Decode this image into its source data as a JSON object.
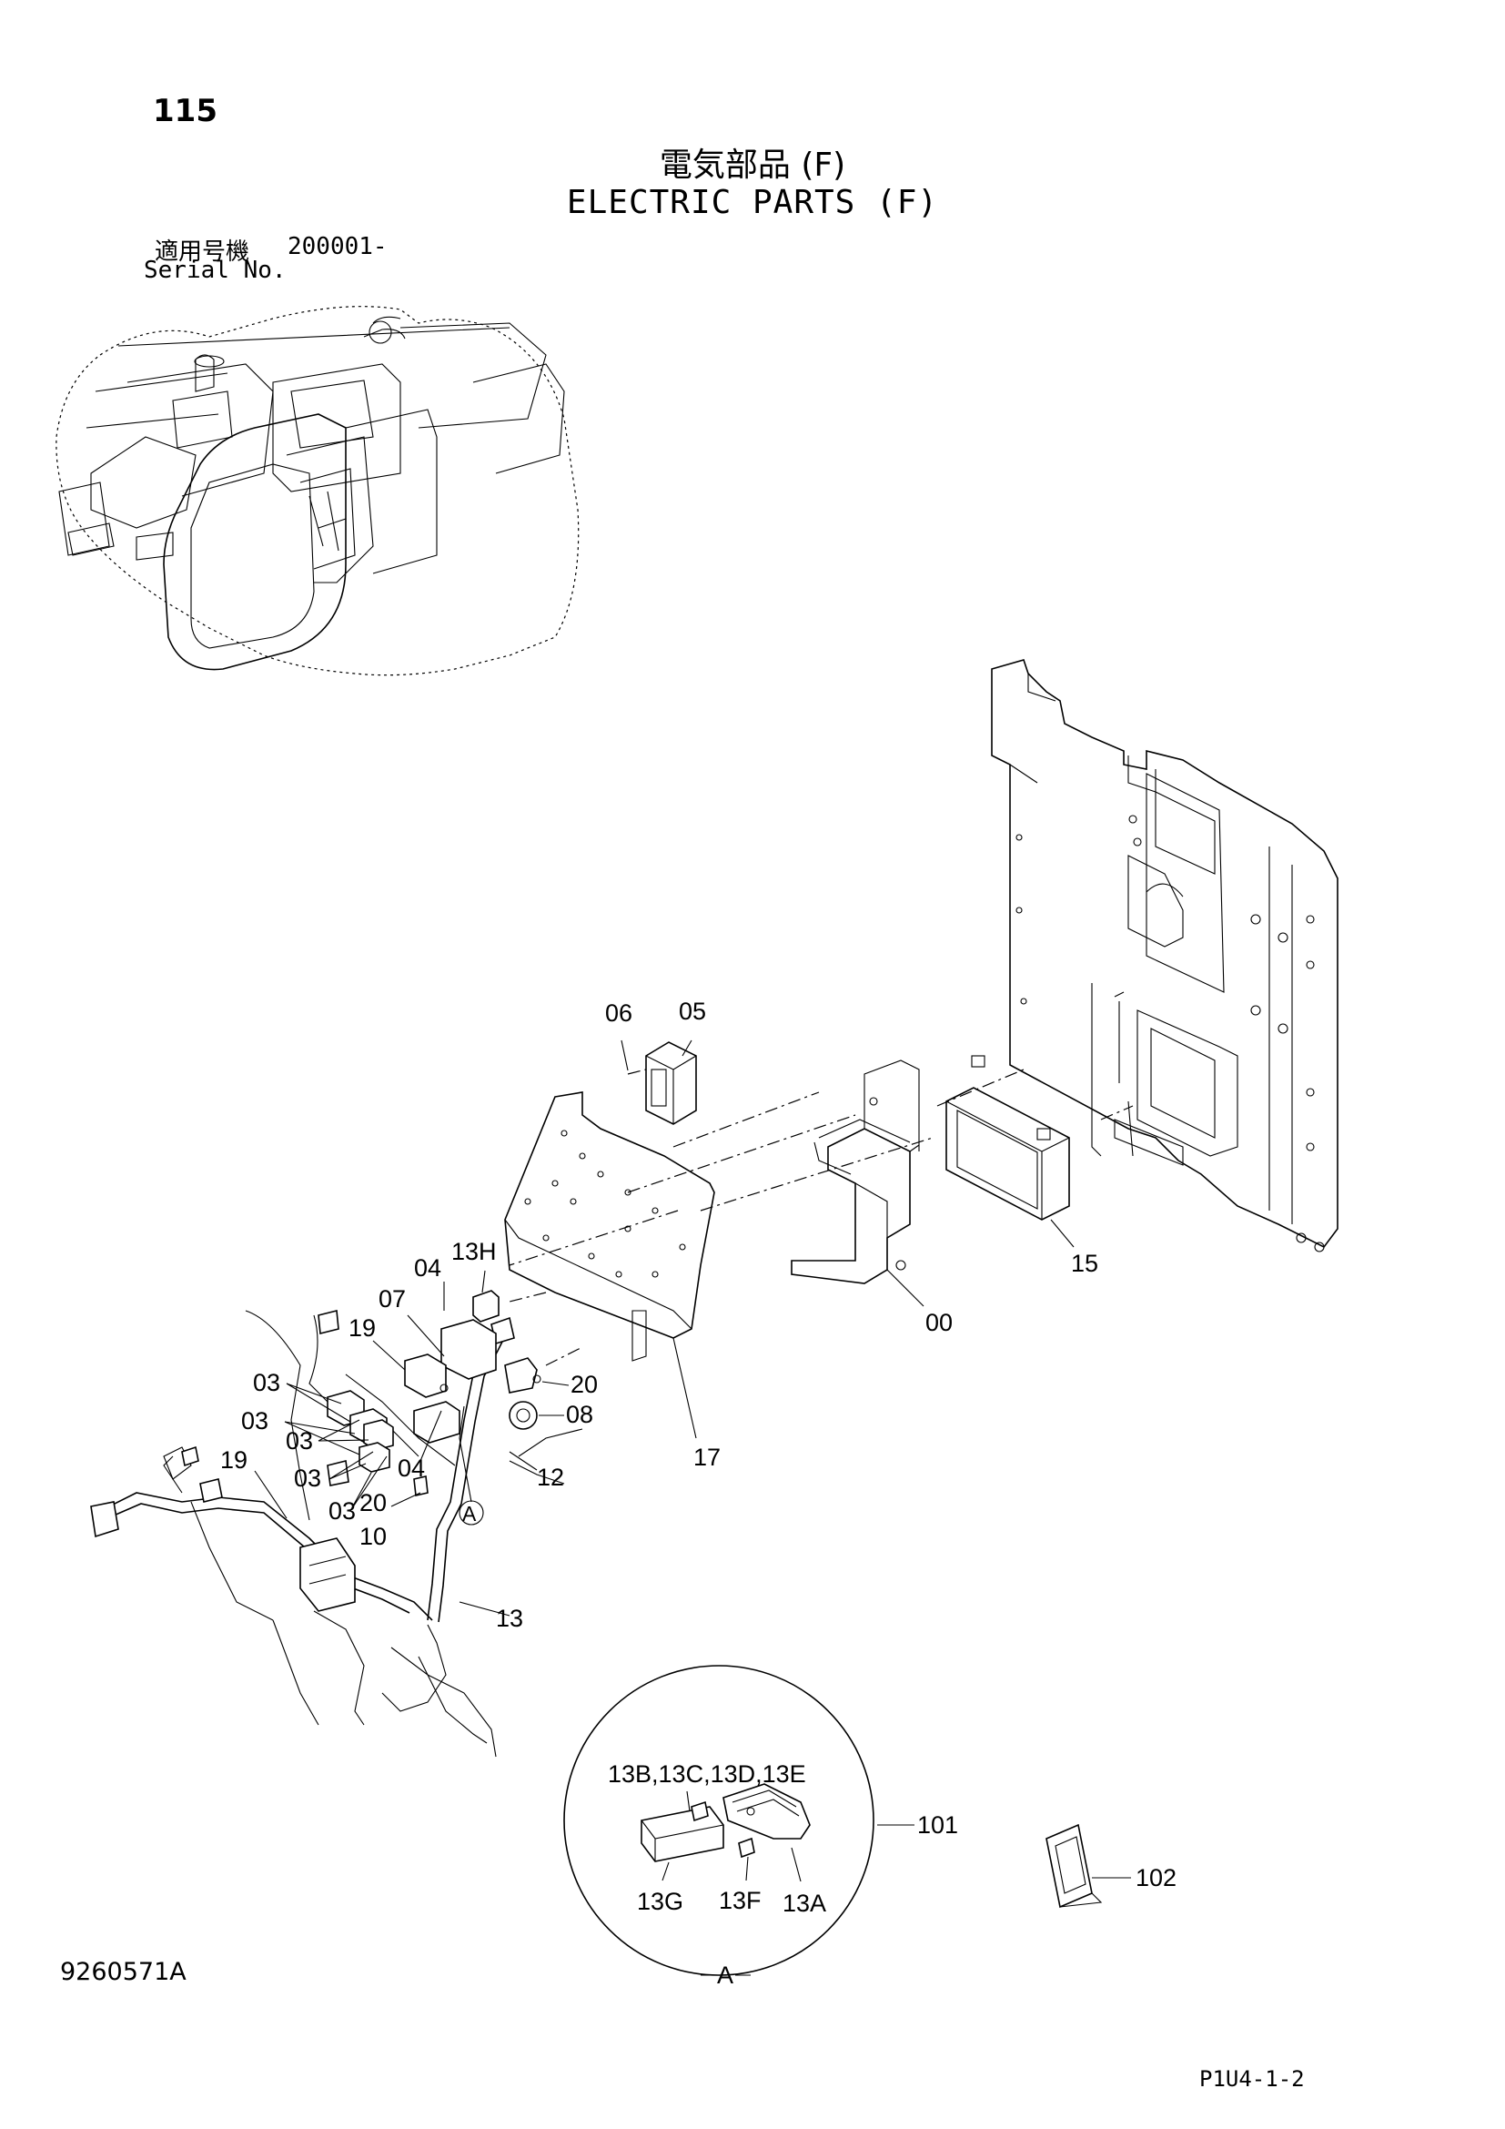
{
  "header": {
    "page_number": "115",
    "title_jp": "電気部品 (F)",
    "title_en": "ELECTRIC PARTS (F)",
    "serial_label_jp": "適用号機",
    "serial_value": "200001-",
    "serial_label_en": "Serial No."
  },
  "footer": {
    "drawing_number": "9260571A",
    "page_code": "P1U4-1-2"
  },
  "callouts": {
    "c06": "06",
    "c05": "05",
    "c15": "15",
    "c00": "00",
    "c17": "17",
    "c04a": "04",
    "c13h": "13H",
    "c07": "07",
    "c19a": "19",
    "c03a": "03",
    "c03b": "03",
    "c03c": "03",
    "c03d": "03",
    "c03e": "03",
    "c20a": "20",
    "c08": "08",
    "c12": "12",
    "c04b": "04",
    "c19b": "19",
    "c20b": "20",
    "c10": "10",
    "c13": "13",
    "cA": "A",
    "detail_parts": "13B,13C,13D,13E",
    "c101": "101",
    "c13g": "13G",
    "c13f": "13F",
    "c13a": "13A",
    "detail_label": "A",
    "c102": "102"
  }
}
